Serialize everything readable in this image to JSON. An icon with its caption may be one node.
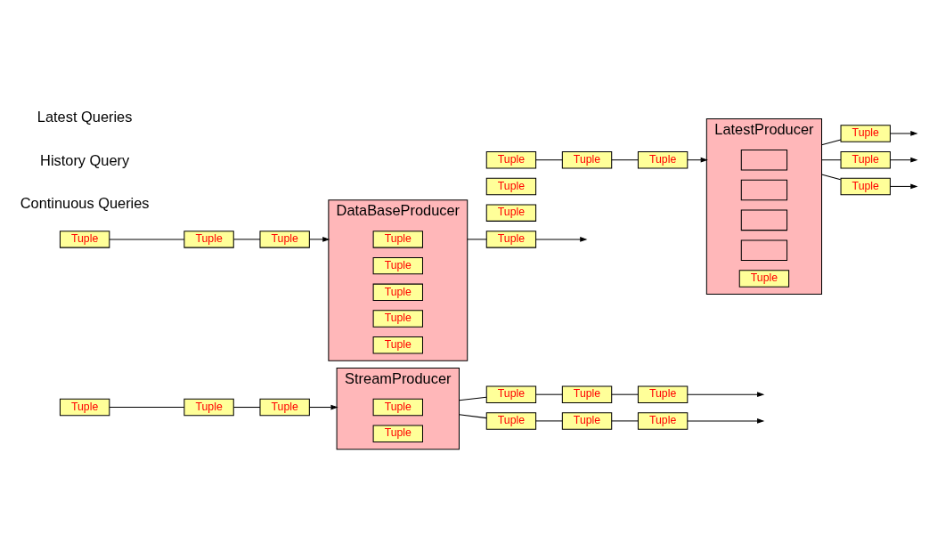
{
  "diagram": {
    "nodes": [
      {
        "text": [
          "Tuple"
        ]
      },
      {
        "text": [
          "Tuple"
        ]
      },
      {
        "text": [
          "Tuple"
        ]
      },
      {
        "text": [
          "StreamProducer"
        ]
      },
      {
        "text": [
          "Tuple"
        ],
        "in": 3
      },
      {
        "text": [
          "Tuple"
        ],
        "in": 3
      },
      {
        "text": [
          "Tuple"
        ]
      },
      {
        "text": [
          "Tuple"
        ]
      },
      {
        "text": [
          "Tuple"
        ]
      },
      {
        "text": [
          "Tuple"
        ]
      },
      {
        "text": [
          "Tuple"
        ]
      },
      {
        "text": [
          "Tuple"
        ]
      },
      {
        "text": [
          "Tuple"
        ]
      },
      {
        "text": [
          "Tuple"
        ]
      },
      {
        "text": [
          "Tuple"
        ]
      },
      {
        "text": [
          "DataBaseProducer"
        ]
      },
      {
        "text": [
          "Tuple"
        ],
        "in": 15
      },
      {
        "text": [
          "Tuple"
        ],
        "in": 15
      },
      {
        "text": [
          "Tuple"
        ],
        "in": 15
      },
      {
        "text": [
          "Tuple"
        ],
        "in": 15
      },
      {
        "text": [
          "Tuple"
        ],
        "in": 15
      },
      {
        "text": [
          "Tuple"
        ]
      },
      {
        "text": [
          "Tuple"
        ]
      },
      {
        "text": [
          "Tuple"
        ]
      },
      {
        "text": [
          "Tuple"
        ]
      },
      {
        "text": [
          "Tuple"
        ]
      },
      {
        "text": [
          "Tuple"
        ]
      },
      {
        "text": [
          "LatestProducer"
        ]
      },
      {
        "text": [],
        "shape": "box",
        "in": 27
      },
      {
        "text": [],
        "shape": "box",
        "in": 27
      },
      {
        "text": [],
        "shape": "box",
        "in": 27
      },
      {
        "text": [],
        "shape": "box",
        "in": 27
      },
      {
        "text": [
          "Tuple"
        ],
        "in": 27
      },
      {
        "text": [
          "Tuple"
        ]
      },
      {
        "text": [
          "Tuple"
        ]
      },
      {
        "text": [
          "Tuple"
        ]
      }
    ],
    "edges": [
      {
        "from": 0,
        "to": 1,
        "arrow": "none"
      },
      {
        "from": 1,
        "to": 2,
        "arrow": "none"
      },
      {
        "from": 2,
        "to": 3,
        "arrow": "to"
      },
      {
        "from": 3,
        "to": 6,
        "arrow": "none"
      },
      {
        "from": 6,
        "to": 7,
        "arrow": "none"
      },
      {
        "from": 7,
        "to": 8,
        "arrow": "none"
      },
      {
        "from": 8,
        "to": null,
        "arrow": "to"
      },
      {
        "from": 3,
        "to": 9,
        "arrow": "none"
      },
      {
        "from": 9,
        "to": 10,
        "arrow": "none"
      },
      {
        "from": 10,
        "to": 11,
        "arrow": "none"
      },
      {
        "from": 11,
        "to": null,
        "arrow": "to"
      },
      {
        "from": 12,
        "to": 13,
        "arrow": "none"
      },
      {
        "from": 13,
        "to": 14,
        "arrow": "none"
      },
      {
        "from": 14,
        "to": 15,
        "arrow": "to"
      },
      {
        "from": 15,
        "to": 22,
        "arrow": "none"
      },
      {
        "from": 22,
        "to": null,
        "arrow": "to"
      },
      {
        "from": 24,
        "to": 25,
        "arrow": "none"
      },
      {
        "from": 25,
        "to": 26,
        "arrow": "none"
      },
      {
        "from": 26,
        "to": 27,
        "arrow": "to"
      },
      {
        "from": 27,
        "to": 33,
        "arrow": "none"
      },
      {
        "from": 33,
        "to": null,
        "arrow": "to"
      },
      {
        "from": 27,
        "to": 34,
        "arrow": "none"
      },
      {
        "from": 34,
        "to": null,
        "arrow": "to"
      },
      {
        "from": 27,
        "to": 35,
        "arrow": "none"
      },
      {
        "from": 35,
        "to": null,
        "arrow": "to"
      }
    ],
    "labels": [
      "Continuous Queries",
      "History Query",
      "Latest Queries"
    ]
  }
}
